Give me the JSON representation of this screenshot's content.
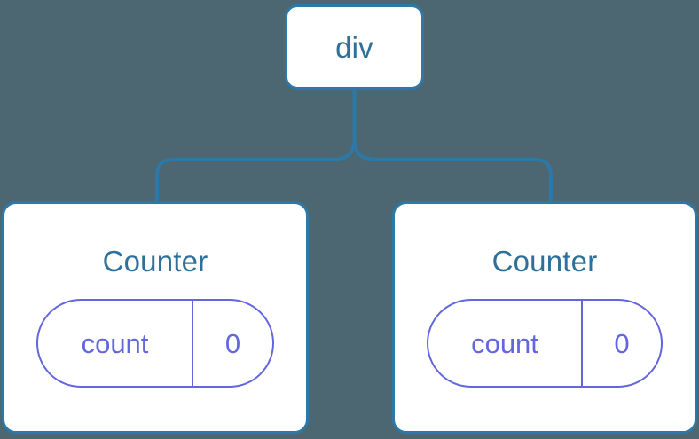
{
  "diagram": {
    "type": "component-tree",
    "background_color": "#4c6771",
    "node_border_color": "#2d78a6",
    "node_fill_color": "#ffffff",
    "node_label_color": "#2d7099",
    "connector_color": "#2d78a6",
    "state_pill_color": "#6366dd"
  },
  "root": {
    "label": "div"
  },
  "children": [
    {
      "label": "Counter",
      "state": {
        "key": "count",
        "value": "0"
      }
    },
    {
      "label": "Counter",
      "state": {
        "key": "count",
        "value": "0"
      }
    }
  ]
}
